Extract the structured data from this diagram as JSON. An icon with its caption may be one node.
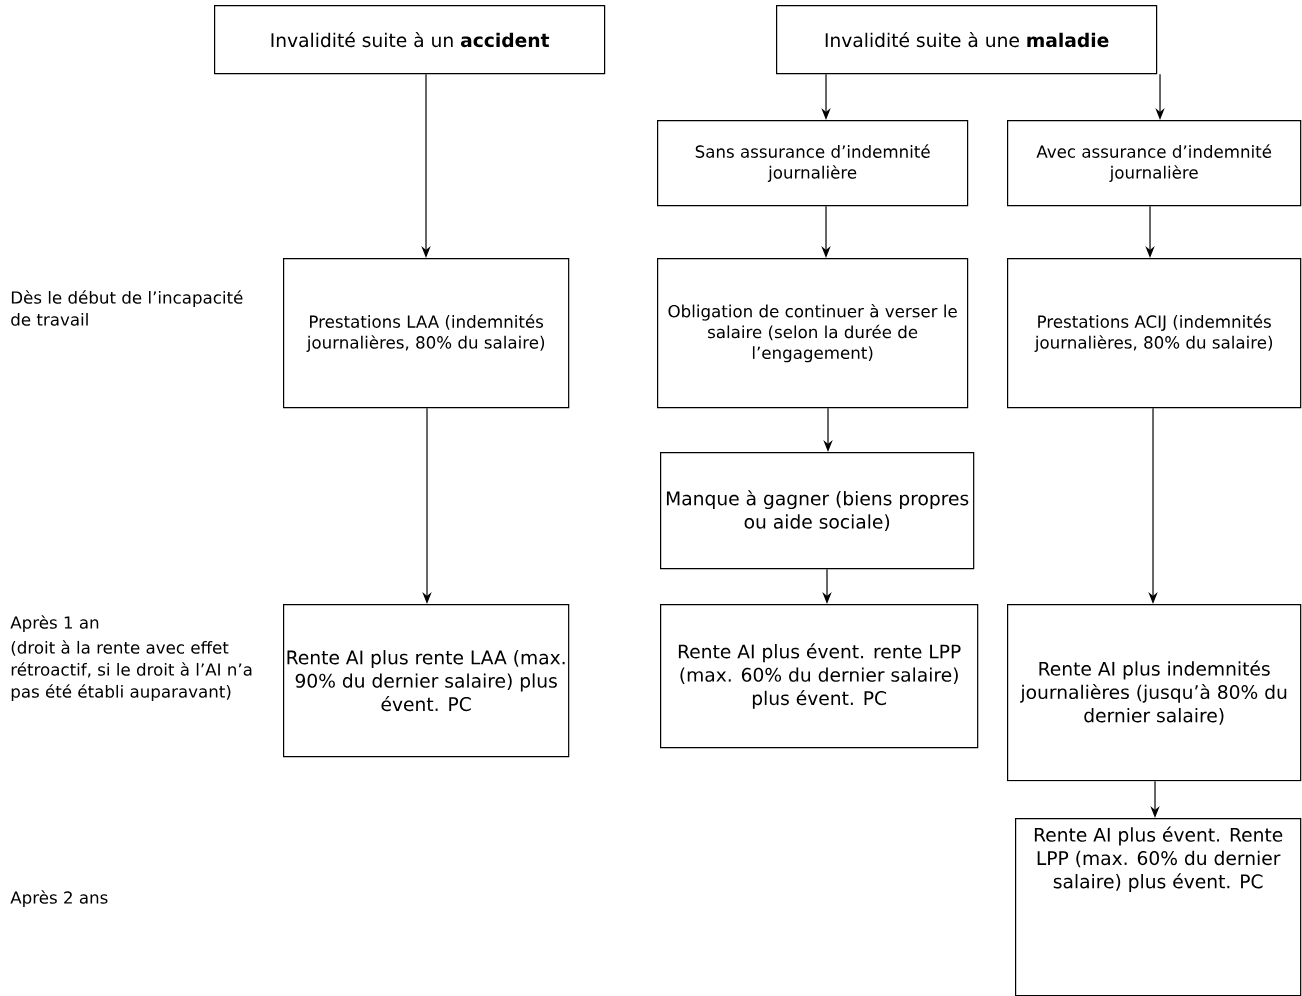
{
  "diagram": {
    "nodes": [
      {
        "text": [
          "Invalidité suite à un **accident**"
        ]
      },
      {
        "text": [
          "Invalidité suite à une **maladie**"
        ]
      },
      {
        "text": [
          "Sans assurance d’indemnité journalière"
        ]
      },
      {
        "text": [
          "Avec assurance d’indemnité journalière"
        ]
      },
      {
        "text": [
          "Prestations LAA (indemnités journalières, 80% du salaire)"
        ]
      },
      {
        "text": [
          "Obligation de continuer à verser le salaire (selon la durée de l’engagement)"
        ]
      },
      {
        "text": [
          "Prestations ACIJ (indemnités journalières, 80% du salaire)"
        ]
      },
      {
        "text": [
          "Manque à gagner (biens propres ou aide sociale)"
        ]
      },
      {
        "text": [
          "Rente AI plus rente LAA (max. 90% du dernier salaire) plus évent. PC"
        ]
      },
      {
        "text": [
          "Rente AI plus évent. rente LPP (max. 60% du dernier salaire) plus évent. PC"
        ]
      },
      {
        "text": [
          "Rente AI plus indemnités journalières (jusqu’à 80% du dernier salaire)"
        ]
      },
      {
        "text": [
          "Rente AI plus évent. Rente LPP (max. 60% du dernier salaire) plus évent. PC"
        ]
      }
    ],
    "edges": [
      {
        "from": 0,
        "to": 4,
        "arrow": "to"
      },
      {
        "from": 4,
        "to": 8,
        "arrow": "to"
      },
      {
        "from": 1,
        "to": 2,
        "arrow": "to"
      },
      {
        "from": 1,
        "to": 3,
        "arrow": "to"
      },
      {
        "from": 2,
        "to": 5,
        "arrow": "to"
      },
      {
        "from": 3,
        "to": 6,
        "arrow": "to"
      },
      {
        "from": 5,
        "to": 7,
        "arrow": "to"
      },
      {
        "from": 7,
        "to": 9,
        "arrow": "to"
      },
      {
        "from": 6,
        "to": 10,
        "arrow": "to"
      },
      {
        "from": 10,
        "to": 11,
        "arrow": "to"
      }
    ],
    "labels": [
      "Dès le début de l’incapacité de travail",
      "Après 1 an",
      "(droit à la rente avec effet rétroactif, si le droit à l’AI n’a pas été établi auparavant)",
      "Après 2 ans"
    ]
  }
}
